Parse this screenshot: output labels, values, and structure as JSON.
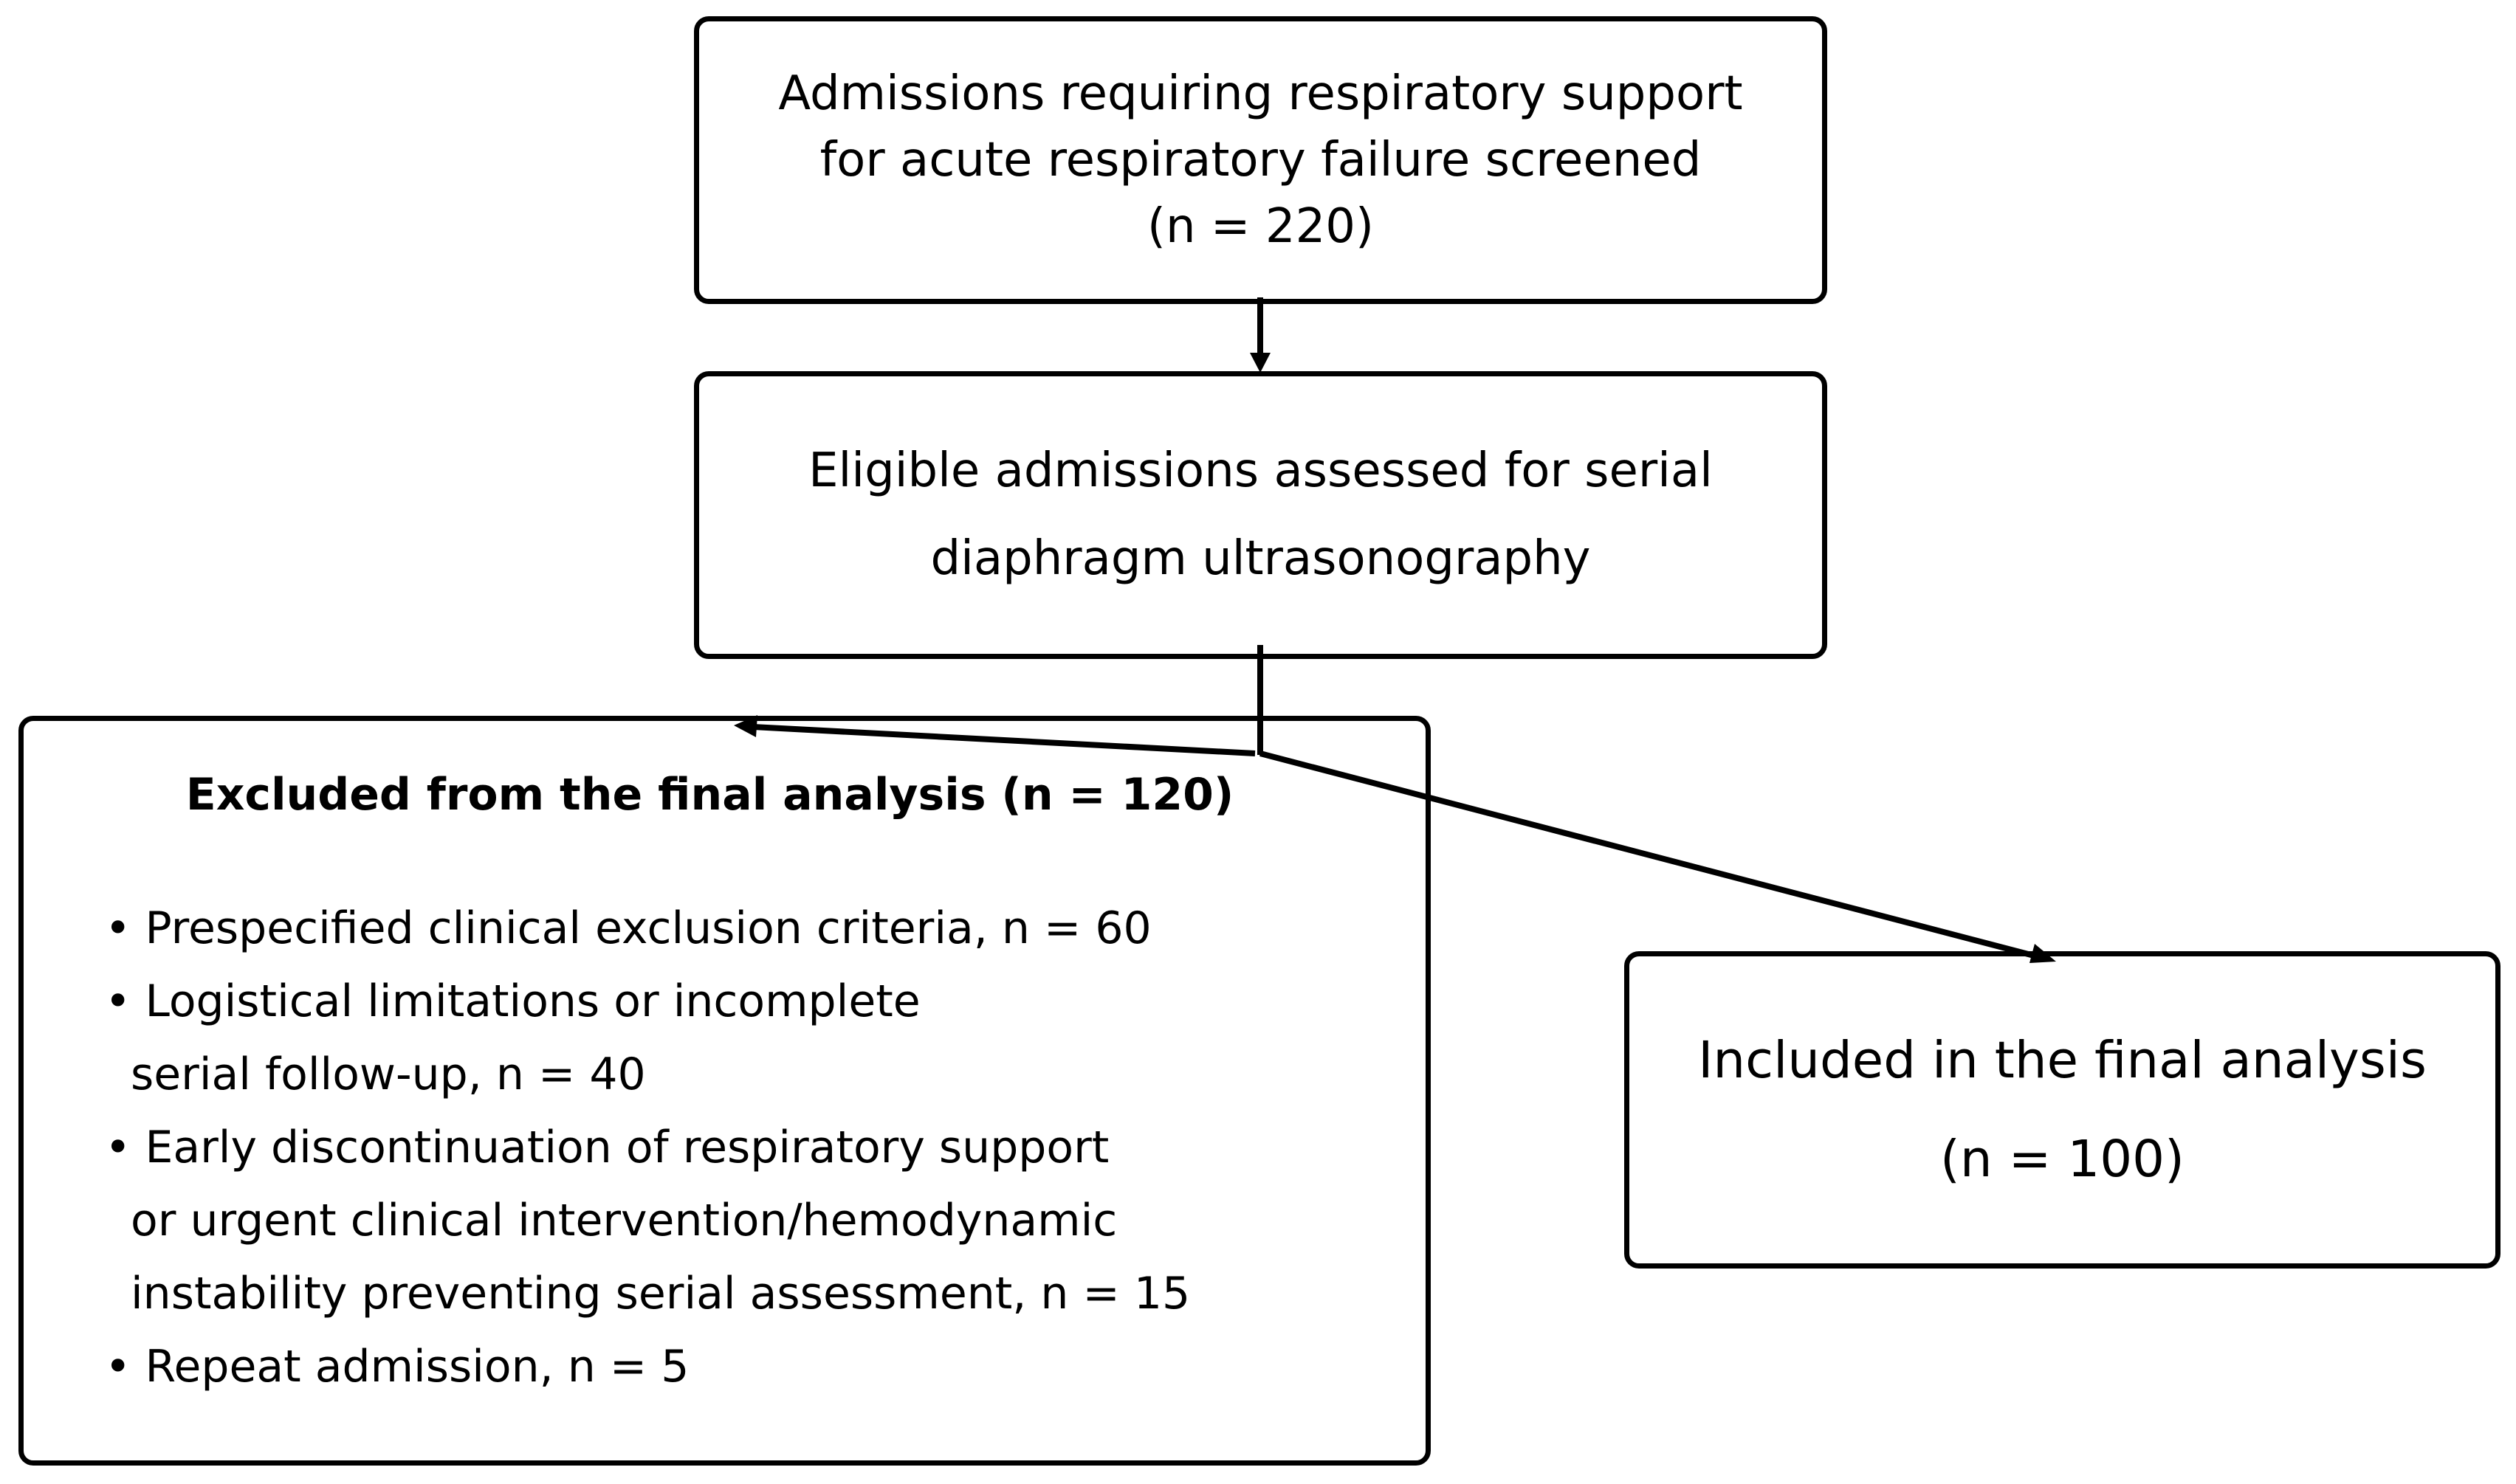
{
  "boxes": {
    "screened": {
      "lines": [
        "Admissions requiring respiratory support",
        "for acute respiratory failure screened",
        "(n = 220)"
      ]
    },
    "eligible": {
      "lines": [
        "Eligible admissions assessed for serial",
        "diaphragm ultrasonography"
      ]
    },
    "excluded": {
      "title": "Excluded from the final analysis (n = 120)",
      "reasons": [
        {
          "lines": [
            "• Prespecified clinical exclusion criteria, n = 60"
          ]
        },
        {
          "lines": [
            "• Logistical limitations or incomplete",
            "serial follow-up, n = 40"
          ]
        },
        {
          "lines": [
            "• Early discontinuation of respiratory support",
            "or urgent clinical intervention/hemodynamic",
            "instability preventing serial assessment, n = 15"
          ]
        },
        {
          "lines": [
            "• Repeat admission, n = 5"
          ]
        }
      ]
    },
    "included": {
      "lines": [
        "Included in the final analysis",
        "(n = 100)"
      ]
    }
  },
  "colors": {
    "stroke": "#000000",
    "background": "#ffffff"
  }
}
